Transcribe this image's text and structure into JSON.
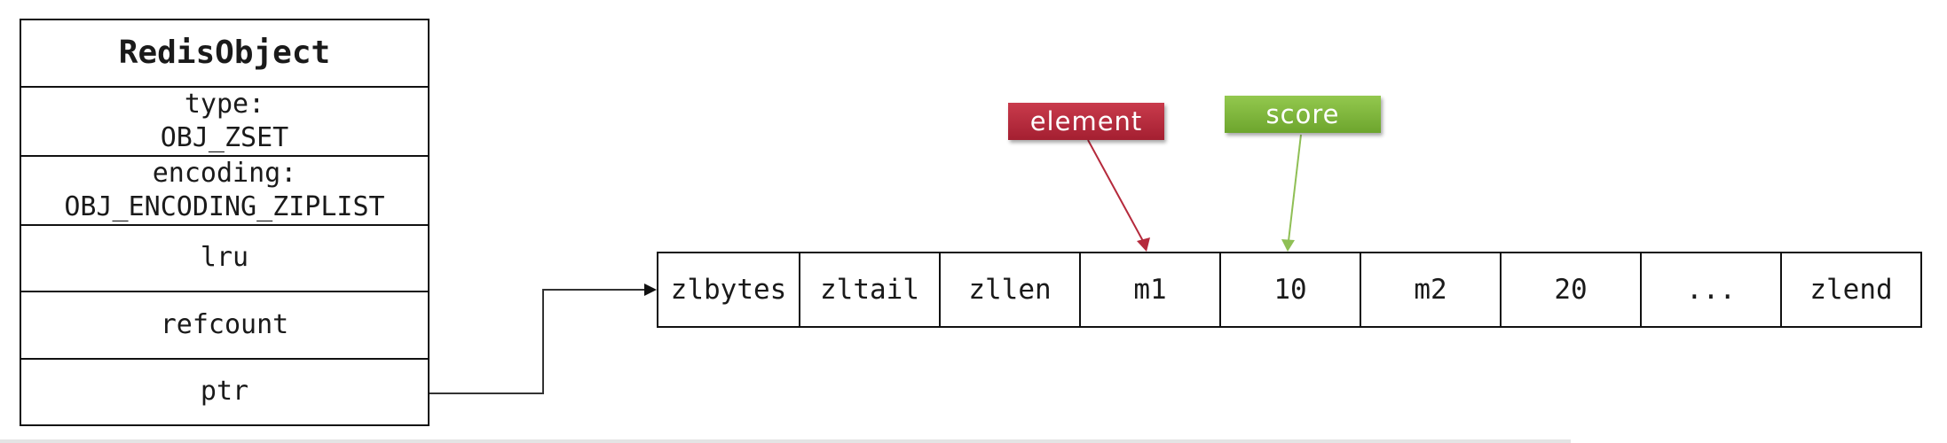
{
  "redis_object": {
    "title": "RedisObject",
    "type_label": "type:",
    "type_value": "OBJ_ZSET",
    "encoding_label": "encoding:",
    "encoding_value": "OBJ_ENCODING_ZIPLIST",
    "lru": "lru",
    "refcount": "refcount",
    "ptr": "ptr"
  },
  "ziplist": {
    "cells": [
      "zlbytes",
      "zltail",
      "zllen",
      "m1",
      "10",
      "m2",
      "20",
      "...",
      "zlend"
    ]
  },
  "labels": {
    "element": "element",
    "score": "score"
  },
  "colors": {
    "element_tag": "#b52a3c",
    "score_tag": "#7fb63c",
    "element_arrow": "#b52a3c",
    "score_arrow": "#8fbf55"
  }
}
